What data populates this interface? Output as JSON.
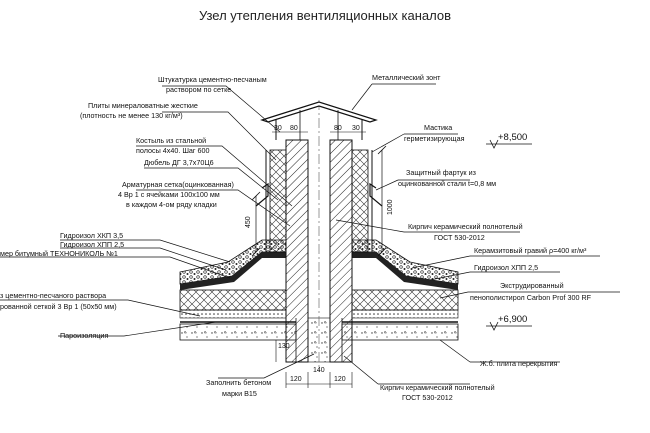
{
  "title": "Узел утепления вентиляционных каналов",
  "levels": {
    "top": "+8,500",
    "bottom": "+6,900"
  },
  "dims": {
    "d30": "30",
    "d80": "80",
    "d450": "450",
    "d1000": "1000",
    "d130": "130",
    "d120": "120",
    "d140": "140"
  },
  "labels": {
    "plaster_1": "Штукатурка цементно-песчаным",
    "plaster_2": "раствором по сетке",
    "metal_umbrella": "Металлический зонт",
    "mineral_1": "Плиты минераловатные жесткие",
    "mineral_2": "(плотность не менее 130 кг/м³)",
    "mastic_1": "Мастика",
    "mastic_2": "герметизирующая",
    "crutch_1": "Костыль из стальной",
    "crutch_2": "полосы 4х40. Шаг 600",
    "dowel": "Дюбель ДГ 3,7х70Ц6",
    "apron_1": "Защитный фартук из",
    "apron_2": "оцинкованной стали t=0,8 мм",
    "mesh_1": "Арматурная сетка(оцинкованная)",
    "mesh_2": "4 Вр 1 с ячейками 100х100 мм",
    "mesh_3": "в каждом 4-ом ряду кладки",
    "hkp": "Гидроизол ХКП 3,5",
    "hpp_left": "Гидроизол ХПП 2,5",
    "primer": "мер битумный ТЕХНОНИКОЛЬ №1",
    "brick_top_1": "Кирпич керамический полнотелый",
    "brick_top_2": "ГОСТ 530-2012",
    "gravel": "Керамзитовый гравий ρ=400 кг/м³",
    "hpp_right": "Гидроизол ХПП 2,5",
    "screed_1": "з цементно-песчаного раствора",
    "screed_2": "рованной сеткой 3 Вр 1 (50х50 мм)",
    "eps_1": "Экструдированный",
    "eps_2": "пенополистирол Carbon Prof 300 RF",
    "vapor": "Пароизоляция",
    "slab": "Ж.б. плита перекрытия",
    "concrete_1": "Заполнить бетоном",
    "concrete_2": "марки В15",
    "brick_bot_1": "Кирпич керамический полнотелый",
    "brick_bot_2": "ГОСТ 530-2012"
  }
}
